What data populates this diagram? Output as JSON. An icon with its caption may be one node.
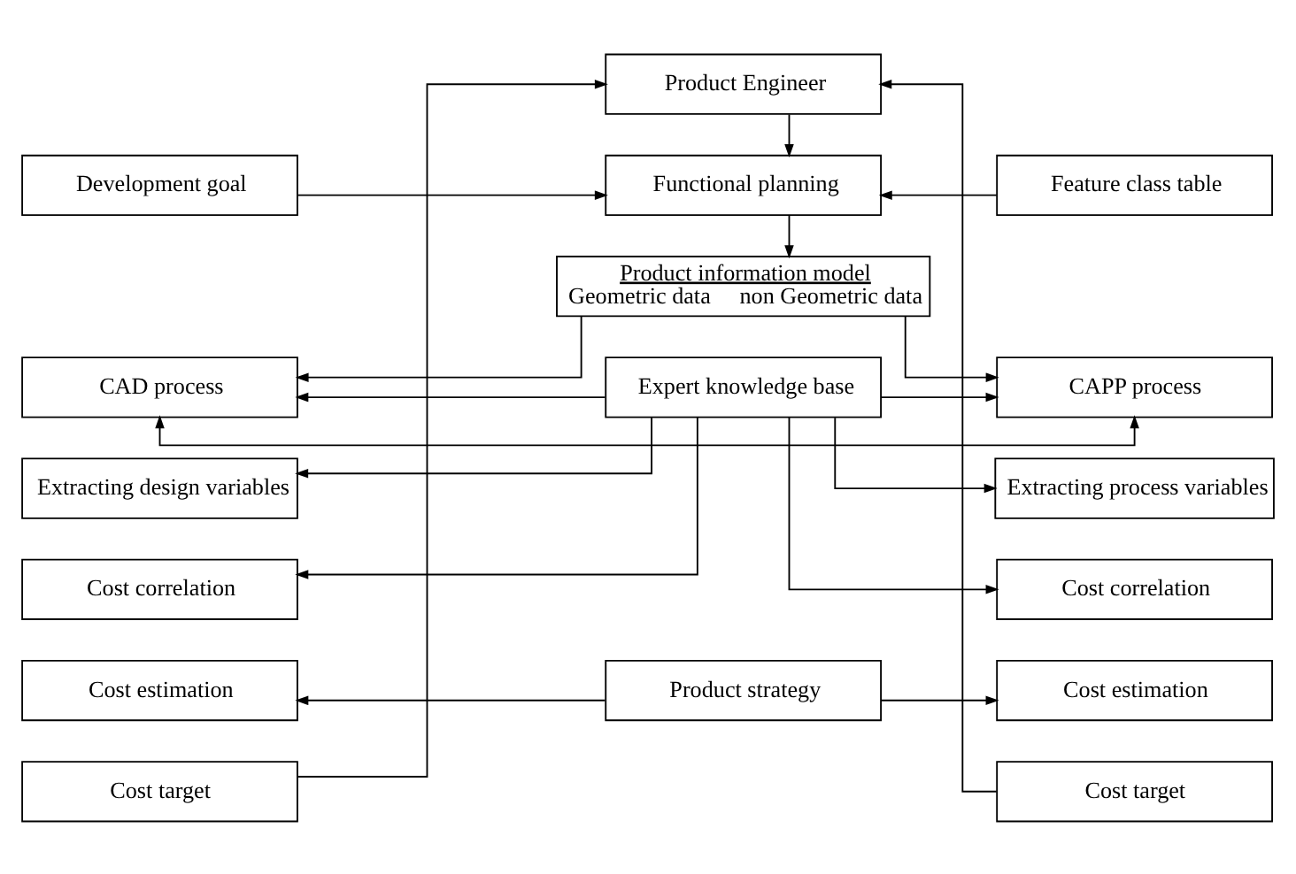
{
  "diagram": {
    "nodes": [
      {
        "text": [
          "Product Engineer"
        ]
      },
      {
        "text": [
          "Development goal"
        ]
      },
      {
        "text": [
          "Functional planning"
        ]
      },
      {
        "text": [
          "Feature class table"
        ]
      },
      {
        "text": [
          "Product information model",
          "Geometric data",
          "non Geometric data"
        ]
      },
      {
        "text": [
          "CAD process"
        ]
      },
      {
        "text": [
          "CAPP process"
        ]
      },
      {
        "text": [
          "Expert knowledge base"
        ]
      },
      {
        "text": [
          "Extracting design variables"
        ]
      },
      {
        "text": [
          "Extracting process variables"
        ]
      },
      {
        "text": [
          "Cost correlation"
        ]
      },
      {
        "text": [
          "Cost correlation"
        ]
      },
      {
        "text": [
          "Cost estimation"
        ]
      },
      {
        "text": [
          "Product strategy"
        ]
      },
      {
        "text": [
          "Cost estimation"
        ]
      },
      {
        "text": [
          "Cost target"
        ]
      },
      {
        "text": [
          "Cost target"
        ]
      }
    ],
    "edges": [
      {
        "from": 0,
        "to": 2,
        "arrow": "to"
      },
      {
        "from": 1,
        "to": 2,
        "arrow": "to"
      },
      {
        "from": 3,
        "to": 2,
        "arrow": "to"
      },
      {
        "from": 2,
        "to": 4,
        "arrow": "to"
      },
      {
        "from": 4,
        "to": 5,
        "arrow": "to"
      },
      {
        "from": 4,
        "to": 6,
        "arrow": "to"
      },
      {
        "from": 5,
        "to": 6,
        "arrow": "both"
      },
      {
        "from": 7,
        "to": 5,
        "arrow": "to"
      },
      {
        "from": 7,
        "to": 6,
        "arrow": "to"
      },
      {
        "from": 7,
        "to": 8,
        "arrow": "to"
      },
      {
        "from": 7,
        "to": 9,
        "arrow": "to"
      },
      {
        "from": 7,
        "to": 10,
        "arrow": "to"
      },
      {
        "from": 7,
        "to": 11,
        "arrow": "to"
      },
      {
        "from": 13,
        "to": 12,
        "arrow": "to"
      },
      {
        "from": 13,
        "to": 14,
        "arrow": "to"
      },
      {
        "from": 15,
        "to": 0,
        "arrow": "to"
      },
      {
        "from": 16,
        "to": 0,
        "arrow": "to"
      }
    ]
  }
}
